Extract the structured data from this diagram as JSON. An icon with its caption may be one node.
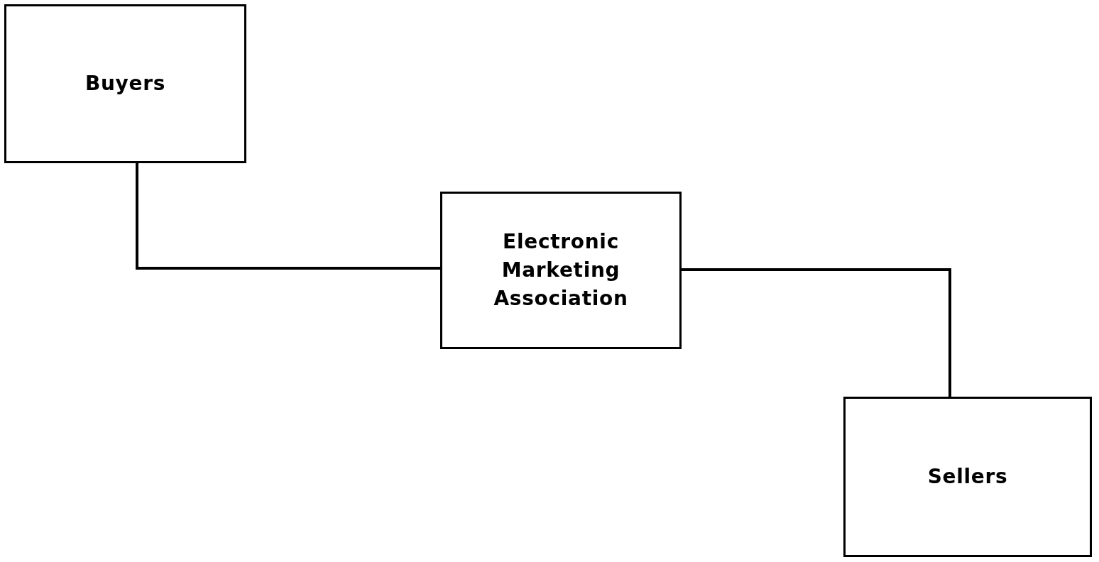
{
  "diagram": {
    "nodes": [
      {
        "text": [
          "Buyers"
        ]
      },
      {
        "text": [
          "Electronic Marketing Association"
        ]
      },
      {
        "text": [
          "Sellers"
        ]
      }
    ],
    "edges": [
      {
        "from": 0,
        "to": 1,
        "arrow": "none"
      },
      {
        "from": 1,
        "to": 2,
        "arrow": "none"
      }
    ]
  }
}
